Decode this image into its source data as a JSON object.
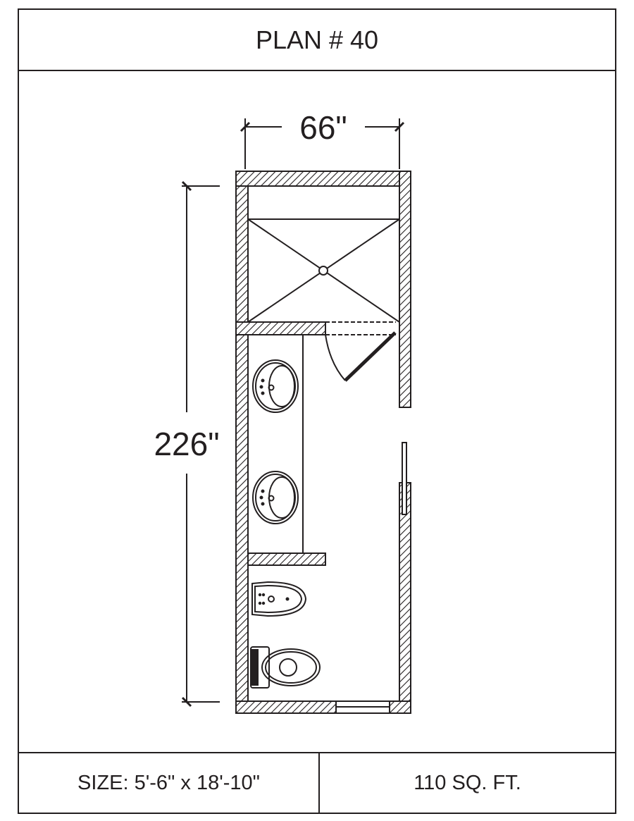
{
  "title": "PLAN # 40",
  "dimensions": {
    "width_label": "66\"",
    "length_label": "226\""
  },
  "footer": {
    "size": "SIZE:  5'-6\" x 18'-10\"",
    "area": "110 SQ. FT."
  },
  "colors": {
    "ink": "#231f20",
    "background": "#ffffff"
  }
}
